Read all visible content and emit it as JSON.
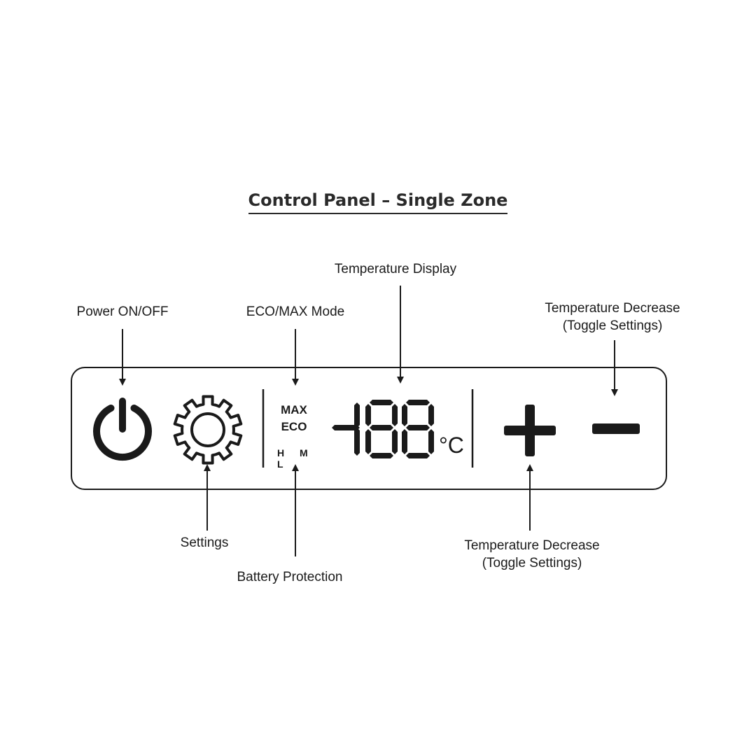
{
  "title": "Control Panel – Single Zone",
  "labels": {
    "power": "Power ON/OFF",
    "eco_max": "ECO/MAX Mode",
    "temp_display": "Temperature Display",
    "temp_decrease_top_1": "Temperature Decrease",
    "temp_decrease_top_2": "(Toggle Settings)",
    "settings": "Settings",
    "battery": "Battery Protection",
    "temp_decrease_bottom_1": "Temperature Decrease",
    "temp_decrease_bottom_2": "(Toggle Settings)"
  },
  "panel": {
    "mode_max": "MAX",
    "mode_eco": "ECO",
    "battery_levels": "H M L",
    "display_value": "-188",
    "display_unit": "°C"
  },
  "icons": {
    "power": "power-icon",
    "settings": "gear-icon",
    "plus": "plus-icon",
    "minus": "minus-icon"
  },
  "colors": {
    "ink": "#1a1a1a",
    "background": "#ffffff"
  }
}
